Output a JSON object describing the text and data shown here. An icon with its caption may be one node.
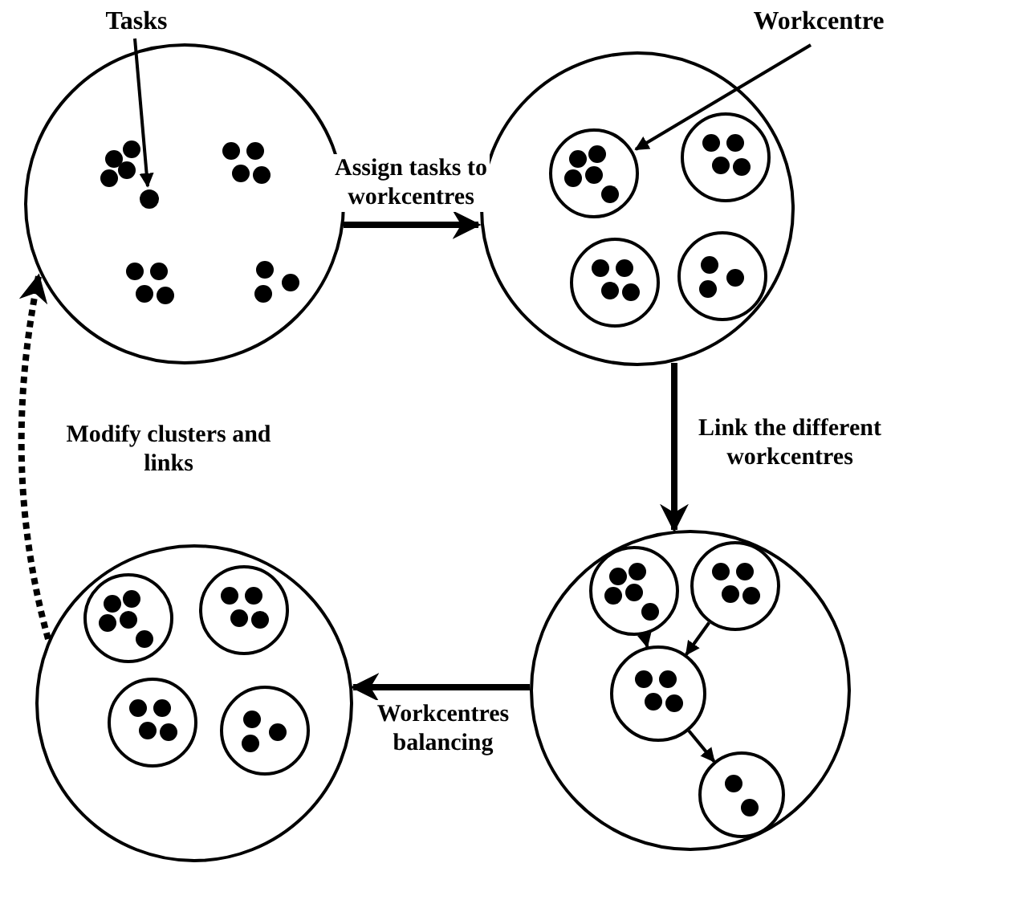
{
  "diagram": {
    "nodes": [
      {
        "text": [],
        "shape": "circle"
      },
      {
        "text": [],
        "shape": "circle",
        "in": 0
      },
      {
        "text": [
          "Tasks"
        ]
      },
      {
        "text": [],
        "shape": "circle"
      },
      {
        "text": [],
        "shape": "circle",
        "in": 3
      },
      {
        "text": [],
        "shape": "circle",
        "in": 3
      },
      {
        "text": [],
        "shape": "circle",
        "in": 3
      },
      {
        "text": [],
        "shape": "circle",
        "in": 3
      },
      {
        "text": [
          "Workcentre"
        ]
      },
      {
        "text": [],
        "shape": "circle"
      },
      {
        "text": [],
        "shape": "circle",
        "in": 9
      },
      {
        "text": [],
        "shape": "circle",
        "in": 9
      },
      {
        "text": [],
        "shape": "circle",
        "in": 9
      },
      {
        "text": [],
        "shape": "circle",
        "in": 9
      },
      {
        "text": [],
        "shape": "circle"
      },
      {
        "text": [],
        "shape": "circle",
        "in": 14
      },
      {
        "text": [],
        "shape": "circle",
        "in": 14
      },
      {
        "text": [],
        "shape": "circle",
        "in": 14
      },
      {
        "text": [],
        "shape": "circle",
        "in": 14
      }
    ],
    "edges": [
      {
        "from": 2,
        "to": 1,
        "arrow": "to"
      },
      {
        "from": 0,
        "to": 3,
        "arrow": "to",
        "label": "Assign tasks to workcentres",
        "style": "thick"
      },
      {
        "from": 8,
        "to": 4,
        "arrow": "to"
      },
      {
        "from": 3,
        "to": 9,
        "arrow": "to",
        "label": "Link the different workcentres",
        "style": "thick"
      },
      {
        "from": 10,
        "to": 12,
        "arrow": "to"
      },
      {
        "from": 11,
        "to": 12,
        "arrow": "to"
      },
      {
        "from": 12,
        "to": 13,
        "arrow": "to"
      },
      {
        "from": 9,
        "to": 14,
        "arrow": "to",
        "label": "Workcentres balancing",
        "style": "thick"
      },
      {
        "from": 14,
        "to": 0,
        "arrow": "to",
        "label": "Modify clusters and links",
        "style": "dashed"
      }
    ]
  }
}
